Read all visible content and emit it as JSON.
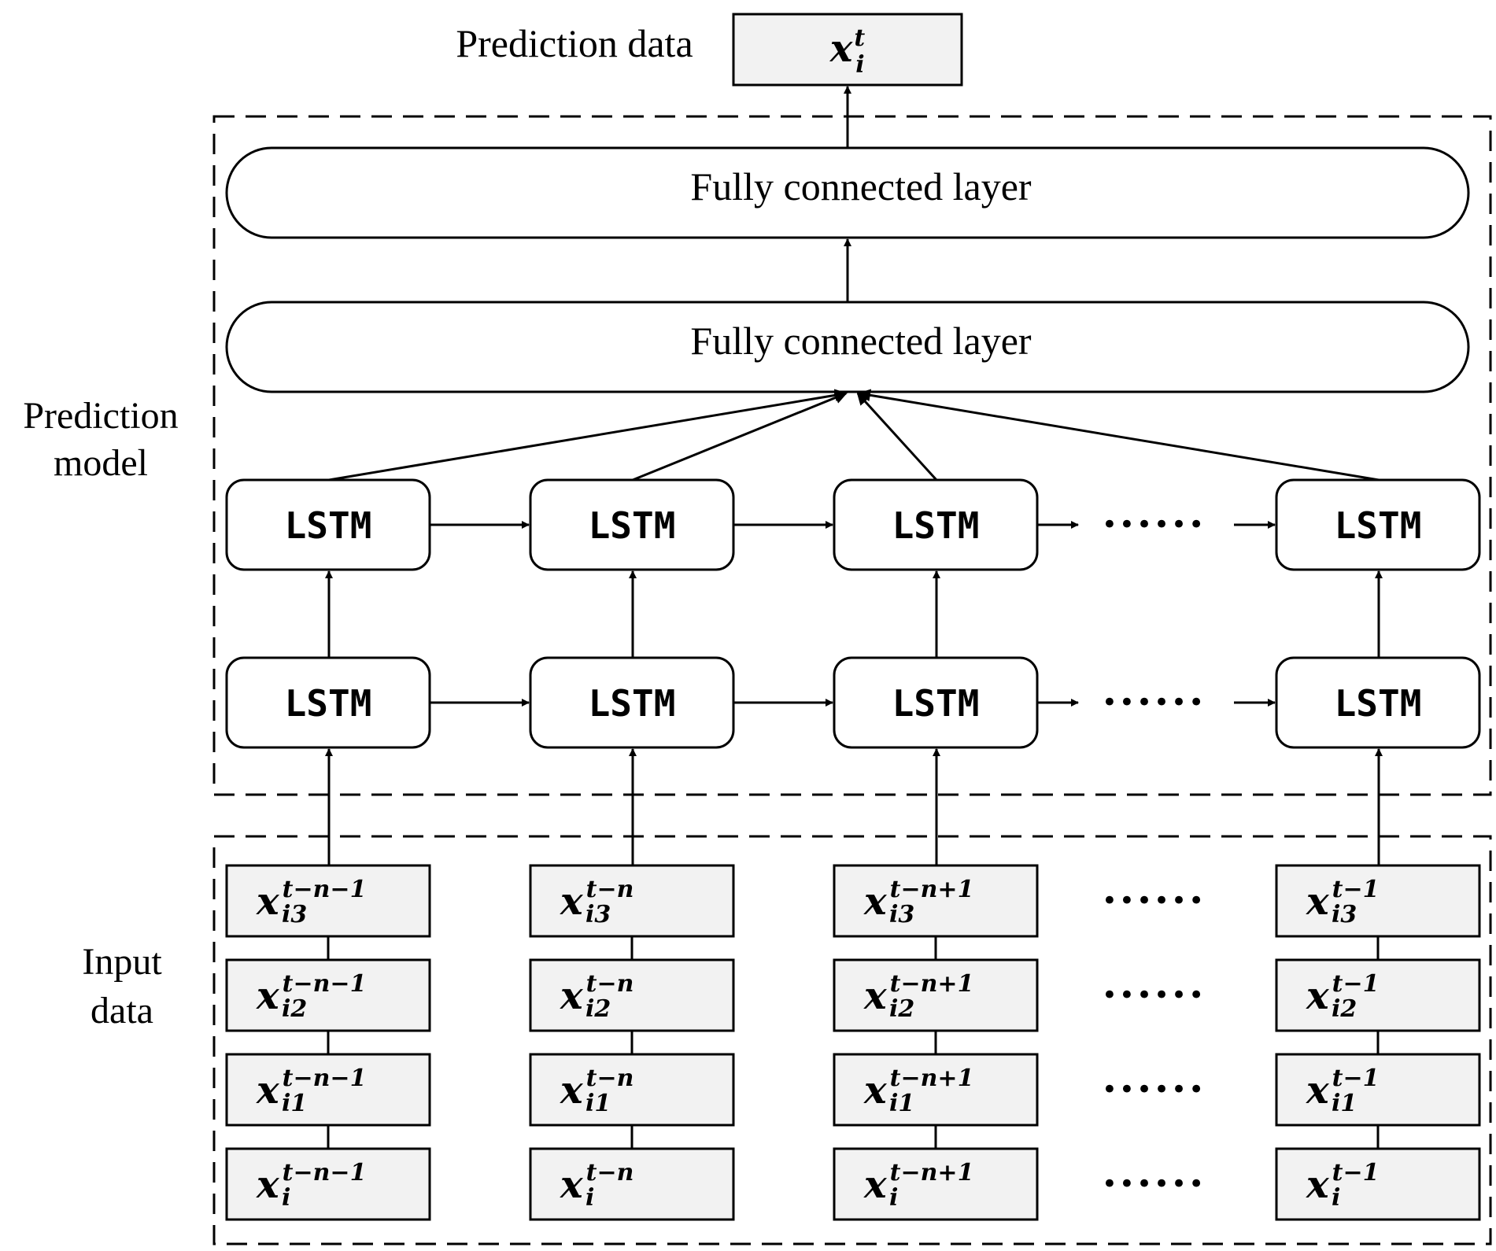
{
  "output": {
    "label": "Prediction data",
    "var": "x",
    "sub": "i",
    "sup": "t"
  },
  "model_label": [
    "Prediction",
    "model"
  ],
  "input_label": [
    "Input",
    "data"
  ],
  "fc_layers": [
    {
      "label": "Fully connected layer"
    },
    {
      "label": "Fully connected layer"
    }
  ],
  "lstm_label": "LSTM",
  "ellipsis": "••••••",
  "columns": [
    {
      "sup": "t−n−1"
    },
    {
      "sup": "t−n"
    },
    {
      "sup": "t−n+1"
    },
    {
      "sup": "t−1"
    }
  ],
  "input_rows": [
    {
      "sub": "i3"
    },
    {
      "sub": "i2"
    },
    {
      "sub": "i1"
    },
    {
      "sub": "i"
    }
  ],
  "input_var": "x"
}
